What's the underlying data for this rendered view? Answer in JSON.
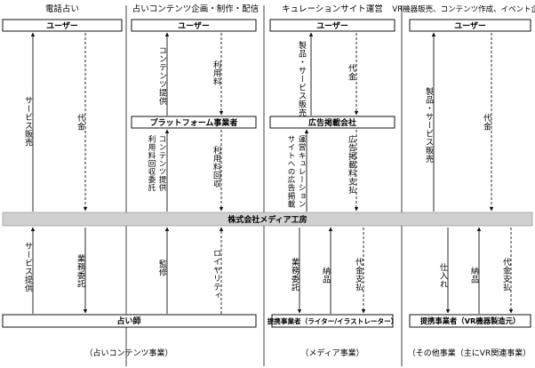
{
  "columns": [
    {
      "header": "電話占い",
      "footer": "（占いコンテンツ事業）"
    },
    {
      "header": "占いコンテンツ企画・制作・配信"
    },
    {
      "header": "キュレーションサイト運営",
      "footer": "（メディア事業）"
    },
    {
      "header": "VR機器販売、コンテンツ作成、イベント企画",
      "footer": "（その他事業（主にVR関連事業）"
    }
  ],
  "boxes": {
    "user": "ユーザー",
    "platform": "プラットフォーム事業者",
    "ad_company": "広告掲載会社",
    "company": "株式会社メディア工房",
    "fortune_teller": "占い師",
    "writer_partner": "提携事業者（ライター/イラストレーター）",
    "vr_partner": "提携事業者（VR機器製造元）"
  },
  "labels": {
    "service_sales": "サービス販売",
    "payment": "代金",
    "content_provide": "コンテンツ提供",
    "usage_fee": "利用料",
    "content_provide_fee_collect": "コンテンツ提供・利用料回収委託",
    "usage_fee_collect": "利用料回収",
    "product_service_sales": "製品・サービス販売",
    "curation_ad": "運営キュレーションサイトへの広告掲載",
    "ad_fee_payment": "広告掲載料支払",
    "service_provide": "サービス提供",
    "business_consign": "業務委託",
    "supervision": "監修",
    "royalty": "ロイヤリティ",
    "delivery": "納品",
    "payment_pay": "代金支払",
    "purchase": "仕入れ"
  },
  "colors": {
    "company_band": "#d0d0d0",
    "line": "#111111"
  }
}
